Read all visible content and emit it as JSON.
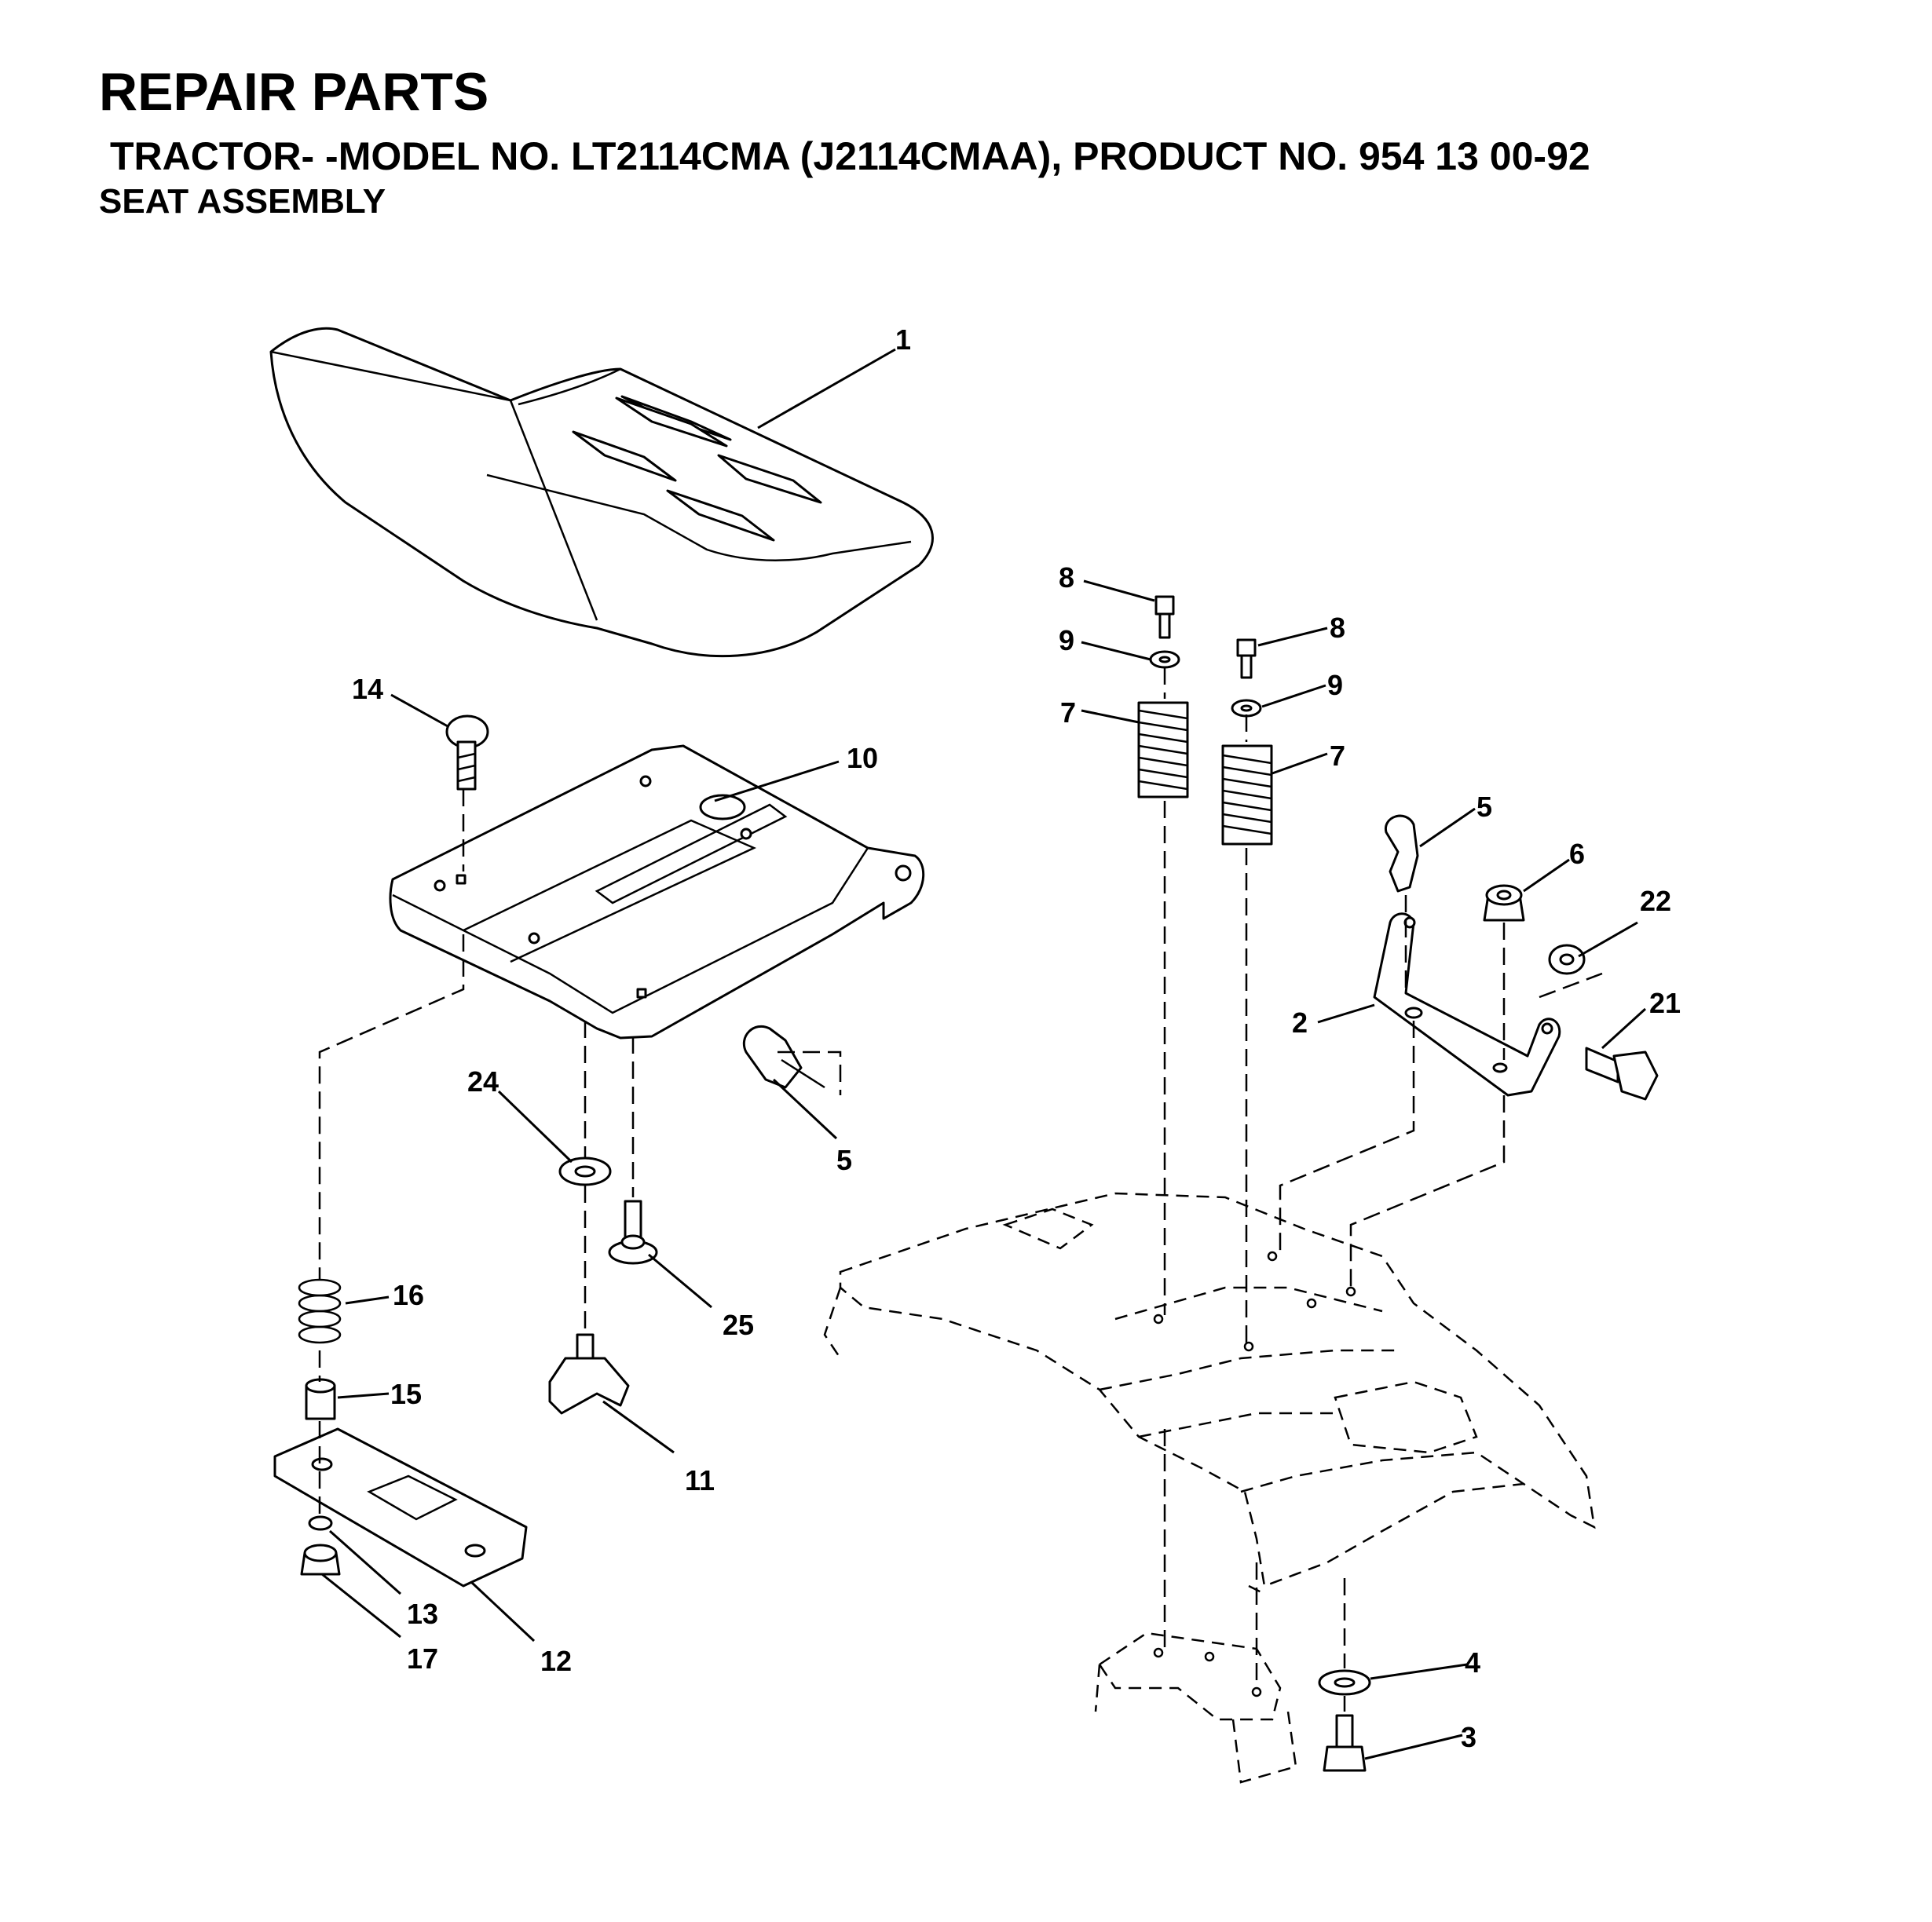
{
  "header": {
    "title": "REPAIR PARTS",
    "subtitle": "TRACTOR- -MODEL NO. LT2114CMA (J2114CMAA), PRODUCT NO. 954 13 00-92",
    "section": "SEAT ASSEMBLY"
  },
  "callouts": [
    "1",
    "2",
    "3",
    "4",
    "5",
    "5",
    "6",
    "7",
    "7",
    "8",
    "8",
    "9",
    "9",
    "10",
    "11",
    "12",
    "13",
    "14",
    "15",
    "16",
    "17",
    "21",
    "22",
    "24",
    "25"
  ]
}
